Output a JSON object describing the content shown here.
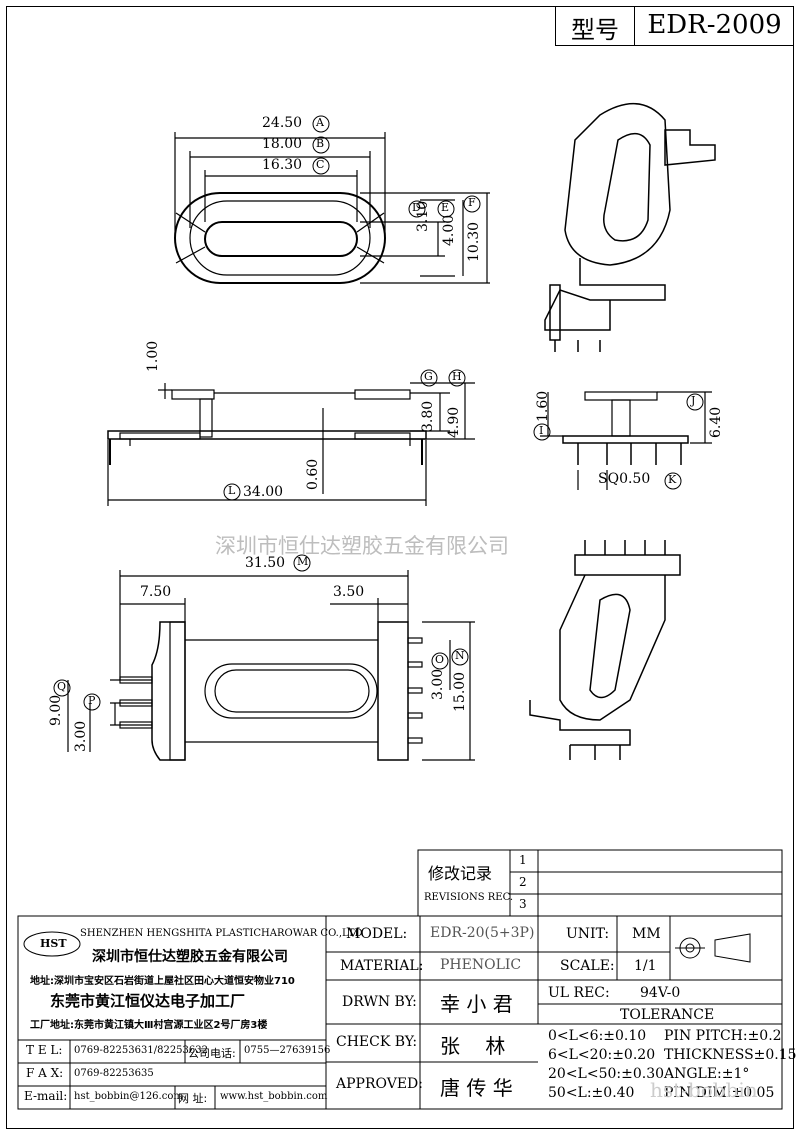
{
  "model_box": {
    "label": "型号",
    "value": "EDR-2009"
  },
  "dims": {
    "A": "24.50",
    "B": "18.00",
    "C": "16.30",
    "D": "3.10",
    "E": "4.00",
    "F": "10.30",
    "G": "3.80",
    "H": "4.90",
    "front_top": "1.00",
    "front_base": "0.60",
    "L": "34.00",
    "I": "1.60",
    "J": "6.40",
    "K": "SQ0.50",
    "M": "31.50",
    "left_w": "7.50",
    "right_w": "3.50",
    "N": "15.00",
    "O": "3.00",
    "P": "3.00",
    "Q": "9.00"
  },
  "circle_letters": [
    "A",
    "B",
    "C",
    "D",
    "E",
    "F",
    "G",
    "H",
    "I",
    "J",
    "K",
    "L",
    "M",
    "N",
    "O",
    "P",
    "Q"
  ],
  "watermark": "深圳市恒仕达塑胶五金有限公司",
  "revisions": {
    "title_cn": "修改记录",
    "title_en": "REVISIONS REC.",
    "rows": [
      "1",
      "2",
      "3"
    ]
  },
  "company": {
    "logo": "HST",
    "name_en": "SHENZHEN HENGSHITA PLASTICHAROWAR CO.,LTD",
    "name_cn": "深圳市恒仕达塑胶五金有限公司",
    "address": "地址:深圳市宝安区石岩街道上屋社区田心大道恒安物业710",
    "factory": "东莞市黄江恒仪达电子加工厂",
    "factory_addr": "工厂地址:东莞市黄江镇大Ⅲ村宫源工业区2号厂房3楼",
    "tel_label": "T E L:",
    "tel": "0769-82253631/82253632",
    "phone_label": "公司电话:",
    "phone": "0755—27639156",
    "fax_label": "F A X:",
    "fax": "0769-82253635",
    "email_label": "E-mail:",
    "email": "hst_bobbin@126.com",
    "web_label": "网  址:",
    "web": "www.hst_bobbin.com"
  },
  "spec": {
    "model_label": "MODEL:",
    "model": "EDR-20(5+3P)",
    "material_label": "MATERIAL:",
    "material": "PHENOLIC",
    "drawn_label": "DRWN BY:",
    "drawn": "幸 小 君",
    "check_label": "CHECK BY:",
    "check": "张    林",
    "approved_label": "APPROVED:",
    "approved": "唐 传 华",
    "unit_label": "UNIT:",
    "unit": "MM",
    "scale_label": "SCALE:",
    "scale": "1/1",
    "ul_label": "UL REC:",
    "ul": "94V-0",
    "tolerance_title": "TOLERANCE",
    "tol_left": [
      "0<L<6:±0.10",
      "6<L<20:±0.20",
      "20<L<50:±0.30",
      "50<L:±0.40"
    ],
    "tol_right": [
      "PIN PITCH:±0.2",
      "THICKNESS±0.15",
      "ANGLE:±1°",
      "PIN DIM:±0.05"
    ]
  },
  "watermark_url": "hst-bobbin"
}
